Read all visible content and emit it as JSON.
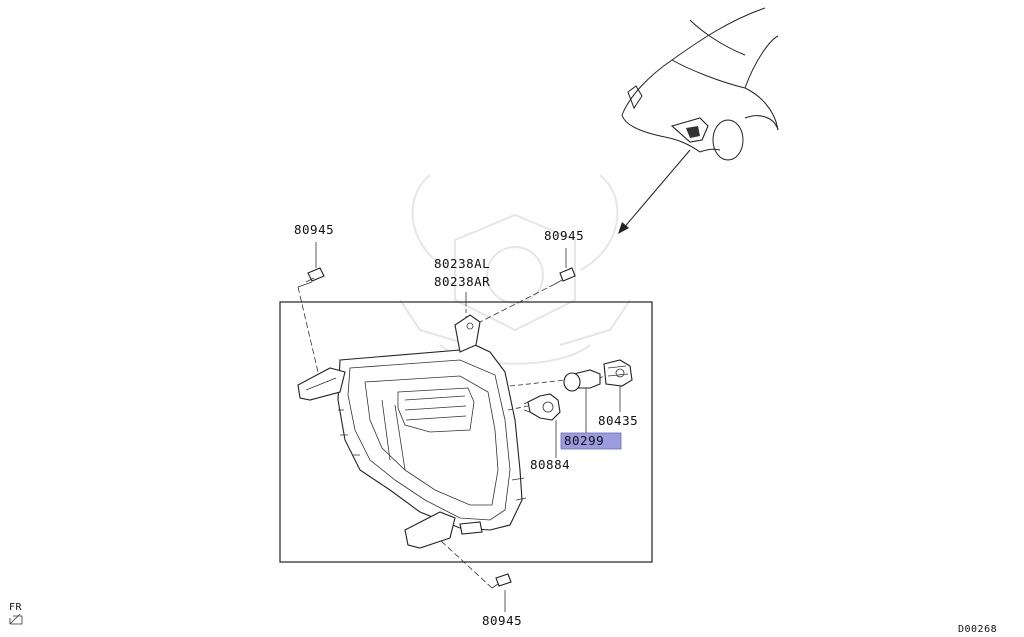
{
  "parts": {
    "screw_top_left": "80945",
    "screw_top_right": "80945",
    "screw_bottom": "80945",
    "lamp_assy_left": "80238AL",
    "lamp_assy_right": "80238AR",
    "socket": "80435",
    "bulb": "80299",
    "fog_bulb": "80884"
  },
  "highlight_color": "#9b9bdf",
  "direction_label": "FR",
  "diagram_code": "D00268"
}
